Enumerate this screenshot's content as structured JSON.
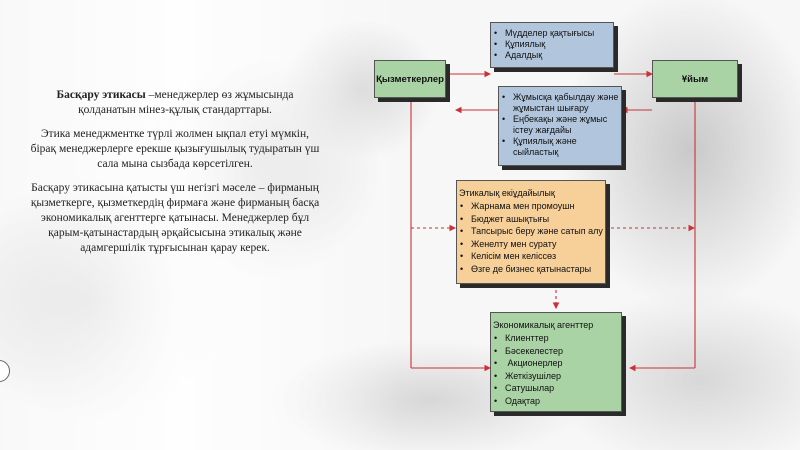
{
  "left_text": {
    "definition_term": "Басқару этикасы",
    "definition_rest": " –менеджерлер өз жұмысында қолданатын мінез-құлық стандарттары.",
    "paragraph2": "Этика менеджментке түрлі жолмен ықпал етуі мүмкін, бірақ менеджерлерге ерекше қызығушылық тудыратын үш сала мына сызбада көрсетілген.",
    "paragraph3": "Басқару этикасына қатысты үш негізгі мәселе – фирманың қызметкерге, қызметкердің фирмаға және фирманың басқа экономикалық агенттерге қатынасы. Менеджерлер бұл қарым-қатынастардың әрқайсысына этикалық және адамгершілік тұрғысынан қарау керек."
  },
  "diagram": {
    "employees_label": "Қызметкерлер",
    "organization_label": "Ұйым",
    "top_box": [
      "Мүдделер қақтығысы",
      "Құпиялық",
      "Адалдық"
    ],
    "middle_box": [
      "Жұмысқа қабылдау және жұмыстан шығару",
      "Еңбекақы және жұмыс істеу жағдайы",
      "Құпиялық және сыйластық"
    ],
    "ethics_box": {
      "title": "Этикалық екіұдайылық",
      "items": [
        "Жарнама мен промоушн",
        "Бюджет ашықтығы",
        "Тапсырыс беру және сатып алу",
        "Женелту мен сурату",
        "Келісім мен келіссөз",
        "Өзге де бизнес қатынастары"
      ]
    },
    "econ_box": {
      "title": "Экономикалық агенттер",
      "items": [
        "Клиенттер",
        "Бәсекелестер",
        " Акционерлер",
        "Жеткізушілер",
        "Сатушылар",
        "Одақтар"
      ]
    }
  },
  "colors": {
    "green": "#a9d3a4",
    "blue": "#b1c6dd",
    "orange": "#f6cf99",
    "arrow": "#c8323a"
  }
}
